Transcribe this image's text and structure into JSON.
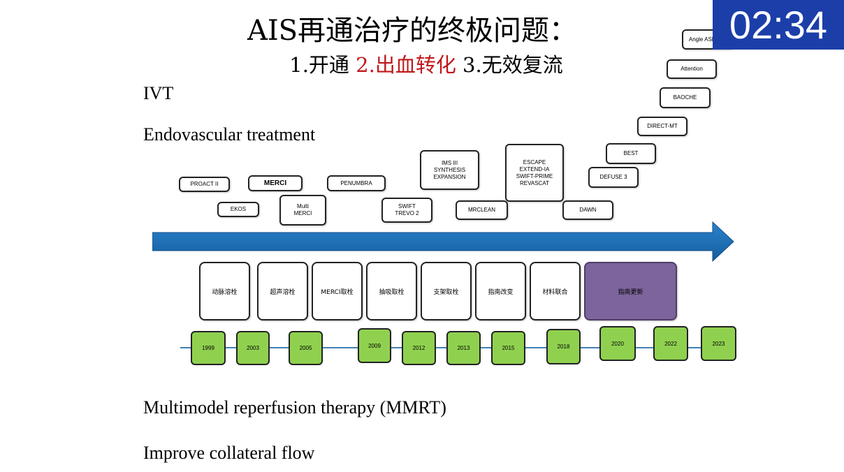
{
  "slide": {
    "title": "AIS再通治疗的终极问题：",
    "subtitle": {
      "item1": "1.开通",
      "item2": "2.出血转化",
      "item3": "3.无效复流",
      "highlight_color": "#c0181b"
    },
    "labels": {
      "ivt": "IVT",
      "endovascular": "Endovascular treatment",
      "mmrt": "Multimodel reperfusion therapy (MMRT)",
      "collateral": "Improve collateral flow"
    }
  },
  "timer": {
    "text": "02:34",
    "background": "#1c3ea8"
  },
  "trials": [
    {
      "lines": [
        "PROACT II"
      ]
    },
    {
      "lines": [
        "EKOS"
      ]
    },
    {
      "lines": [
        "MERCI"
      ]
    },
    {
      "lines": [
        "Multi",
        "MERCI"
      ]
    },
    {
      "lines": [
        "PENUMBRA"
      ]
    },
    {
      "lines": [
        "SWIFT",
        "TREVO 2"
      ]
    },
    {
      "lines": [
        "IMS III",
        "SYNTHESIS",
        "EXPANSION"
      ]
    },
    {
      "lines": [
        "MRCLEAN"
      ]
    },
    {
      "lines": [
        "ESCAPE",
        "EXTEND-IA",
        "SWIFT-PRIME",
        "REVASCAT"
      ]
    },
    {
      "lines": [
        "DAWN"
      ]
    },
    {
      "lines": [
        "DEFUSE 3"
      ]
    },
    {
      "lines": [
        "BEST"
      ]
    },
    {
      "lines": [
        "DIRECT-MT"
      ]
    },
    {
      "lines": [
        "BAOCHE"
      ]
    },
    {
      "lines": [
        "Attention"
      ]
    },
    {
      "lines": [
        "Angle ASPECT"
      ]
    }
  ],
  "eras": [
    {
      "label": "动脉溶栓"
    },
    {
      "label": "超声溶栓"
    },
    {
      "label": "MERCI取栓"
    },
    {
      "label": "抽吸取栓"
    },
    {
      "label": "支架取栓"
    },
    {
      "label": "指南改变"
    },
    {
      "label": "材料联合"
    },
    {
      "label": "指南更新",
      "highlight_color": "#7d649c"
    }
  ],
  "years": [
    "1999",
    "2003",
    "2005",
    "2009",
    "2012",
    "2013",
    "2015",
    "2018",
    "2020",
    "2022",
    "2023"
  ],
  "colors": {
    "arrow": "#1b6fb8",
    "year_box": "#8fd14f",
    "timeline_line": "#3f7fb5"
  }
}
